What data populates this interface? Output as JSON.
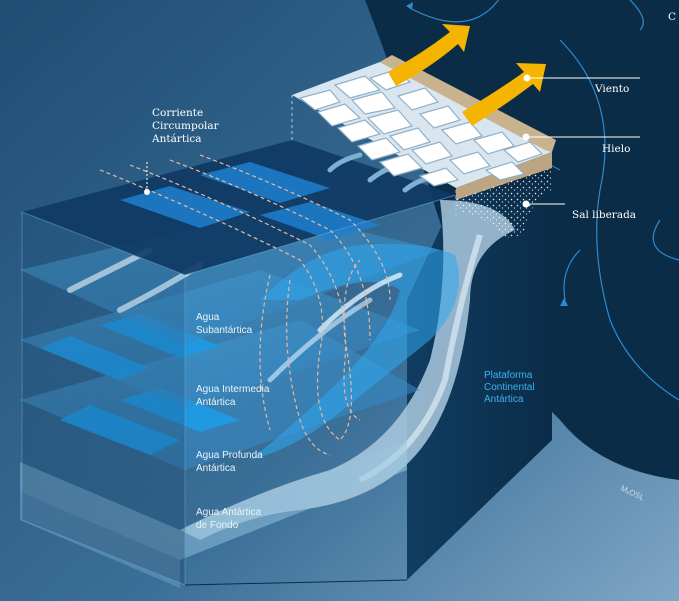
{
  "labels": {
    "corriente": [
      "Corriente",
      "Circumpolar",
      "Antártica"
    ],
    "viento": "Viento",
    "hielo": "Hielo",
    "sal": "Sal liberada",
    "plataforma": [
      "Plataforma",
      "Continental",
      "Antártica"
    ],
    "subantartica": [
      "Agua",
      "Subantártica"
    ],
    "intermedia": [
      "Agua Intermedia",
      "Antártica"
    ],
    "profunda": [
      "Agua Profunda",
      "Antártica"
    ],
    "fondo": [
      "Agua Antártica",
      "de Fondo"
    ],
    "corner_c": "C",
    "signature": "MₓOSL"
  },
  "colors": {
    "background": "#2a5a82",
    "globe": "#0b2c47",
    "arrow_yellow": "#f5b400",
    "accent_blue": "#1e9be8",
    "shelf_text": "#3db0ee"
  }
}
